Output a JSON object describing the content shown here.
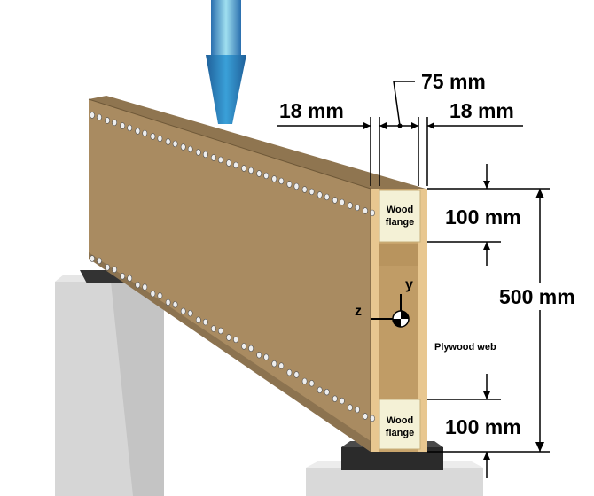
{
  "dimensions": {
    "web_gap": "75 mm",
    "left_web": "18 mm",
    "right_web": "18 mm",
    "top_flange_height": "100 mm",
    "bottom_flange_height": "100 mm",
    "total_depth": "500 mm"
  },
  "labels": {
    "top_flange_line1": "Wood",
    "top_flange_line2": "flange",
    "bottom_flange_line1": "Wood",
    "bottom_flange_line2": "flange",
    "web": "Plywood web",
    "axis_y": "y",
    "axis_z": "z"
  },
  "colors": {
    "wood_face": "#a88a60",
    "wood_top": "#8e7450",
    "wood_end": "#e6c48a",
    "flange": "#f2f0d2",
    "load_arrow": "#2e7db8",
    "support": "#d8d8d8",
    "pad": "#333333"
  },
  "icons": {
    "load": "load-arrow-icon",
    "centroid": "centroid-icon"
  }
}
